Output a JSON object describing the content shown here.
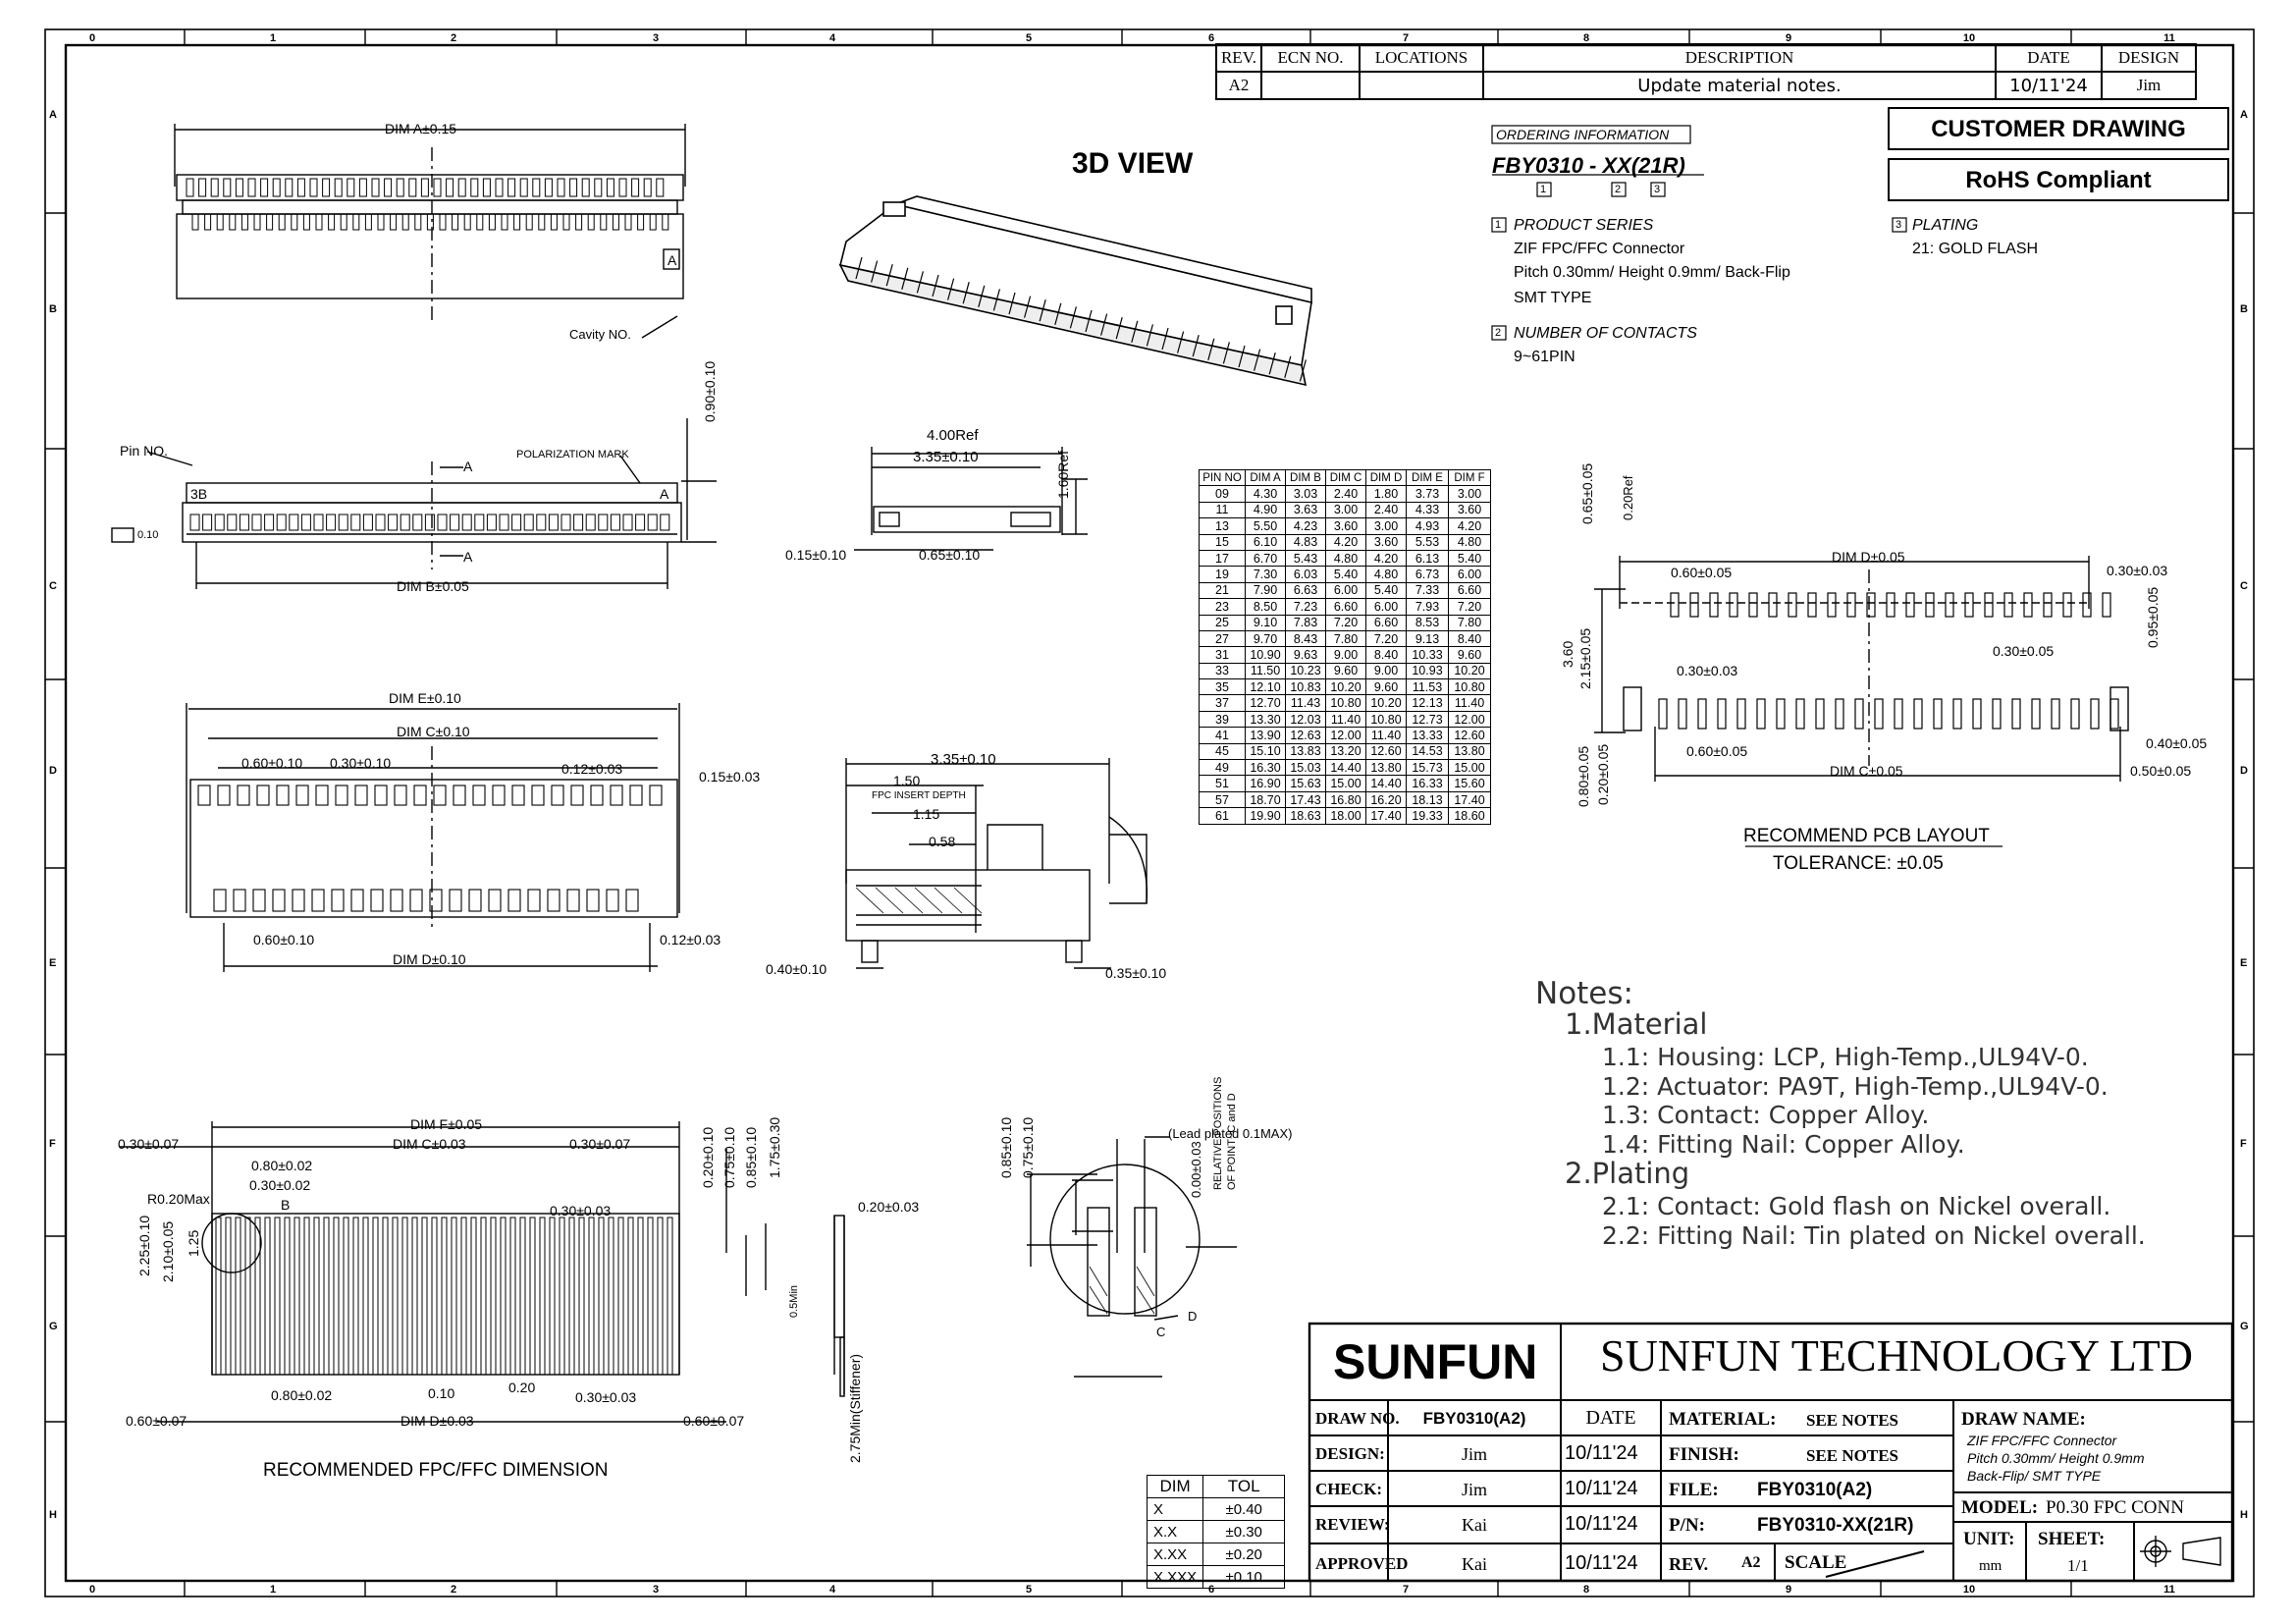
{
  "border": {
    "columns": [
      "0",
      "1",
      "2",
      "3",
      "4",
      "5",
      "6",
      "7",
      "8",
      "9",
      "10",
      "11"
    ],
    "rows": [
      "A",
      "B",
      "C",
      "D",
      "E",
      "F",
      "G",
      "H"
    ]
  },
  "revision_block": {
    "headers": [
      "REV.",
      "ECN NO.",
      "LOCATIONS",
      "DESCRIPTION",
      "DATE",
      "DESIGN"
    ],
    "row": [
      "A2",
      "",
      "",
      "Update material notes.",
      "10/11'24",
      "Jim"
    ]
  },
  "title_main": "3D VIEW",
  "badges": {
    "customer": "CUSTOMER DRAWING",
    "rohs": "RoHS Compliant"
  },
  "ordering": {
    "heading": "ORDERING INFORMATION",
    "part_number": "FBY0310 - XX(21R)",
    "markers": [
      "1",
      "2",
      "3"
    ],
    "product_series": {
      "num": "1",
      "title": "PRODUCT SERIES",
      "lines": [
        "ZIF FPC/FFC Connector",
        "Pitch 0.30mm/ Height 0.9mm/ Back-Flip",
        "SMT TYPE"
      ]
    },
    "contacts": {
      "num": "2",
      "title": "NUMBER OF CONTACTS",
      "lines": [
        "9~61PIN"
      ]
    },
    "plating": {
      "num": "3",
      "title": "PLATING",
      "lines": [
        "21: GOLD FLASH"
      ]
    }
  },
  "pin_table": {
    "headers": [
      "PIN NO",
      "DIM A",
      "DIM B",
      "DIM C",
      "DIM D",
      "DIM E",
      "DIM F"
    ],
    "rows": [
      [
        "09",
        "4.30",
        "3.03",
        "2.40",
        "1.80",
        "3.73",
        "3.00"
      ],
      [
        "11",
        "4.90",
        "3.63",
        "3.00",
        "2.40",
        "4.33",
        "3.60"
      ],
      [
        "13",
        "5.50",
        "4.23",
        "3.60",
        "3.00",
        "4.93",
        "4.20"
      ],
      [
        "15",
        "6.10",
        "4.83",
        "4.20",
        "3.60",
        "5.53",
        "4.80"
      ],
      [
        "17",
        "6.70",
        "5.43",
        "4.80",
        "4.20",
        "6.13",
        "5.40"
      ],
      [
        "19",
        "7.30",
        "6.03",
        "5.40",
        "4.80",
        "6.73",
        "6.00"
      ],
      [
        "21",
        "7.90",
        "6.63",
        "6.00",
        "5.40",
        "7.33",
        "6.60"
      ],
      [
        "23",
        "8.50",
        "7.23",
        "6.60",
        "6.00",
        "7.93",
        "7.20"
      ],
      [
        "25",
        "9.10",
        "7.83",
        "7.20",
        "6.60",
        "8.53",
        "7.80"
      ],
      [
        "27",
        "9.70",
        "8.43",
        "7.80",
        "7.20",
        "9.13",
        "8.40"
      ],
      [
        "31",
        "10.90",
        "9.63",
        "9.00",
        "8.40",
        "10.33",
        "9.60"
      ],
      [
        "33",
        "11.50",
        "10.23",
        "9.60",
        "9.00",
        "10.93",
        "10.20"
      ],
      [
        "35",
        "12.10",
        "10.83",
        "10.20",
        "9.60",
        "11.53",
        "10.80"
      ],
      [
        "37",
        "12.70",
        "11.43",
        "10.80",
        "10.20",
        "12.13",
        "11.40"
      ],
      [
        "39",
        "13.30",
        "12.03",
        "11.40",
        "10.80",
        "12.73",
        "12.00"
      ],
      [
        "41",
        "13.90",
        "12.63",
        "12.00",
        "11.40",
        "13.33",
        "12.60"
      ],
      [
        "45",
        "15.10",
        "13.83",
        "13.20",
        "12.60",
        "14.53",
        "13.80"
      ],
      [
        "49",
        "16.30",
        "15.03",
        "14.40",
        "13.80",
        "15.73",
        "15.00"
      ],
      [
        "51",
        "16.90",
        "15.63",
        "15.00",
        "14.40",
        "16.33",
        "15.60"
      ],
      [
        "57",
        "18.70",
        "17.43",
        "16.80",
        "16.20",
        "18.13",
        "17.40"
      ],
      [
        "61",
        "19.90",
        "18.63",
        "18.00",
        "17.40",
        "19.33",
        "18.60"
      ]
    ]
  },
  "dims": {
    "dim_a": "DIM A±0.15",
    "cavity": "Cavity NO.",
    "cavity_letter": "A",
    "pin_no": "Pin NO.",
    "polarization": "POLARIZATION MARK",
    "pin_3b": "3B",
    "pol_a": "A",
    "sec_a_top": "A",
    "sec_a_bot": "A",
    "h090": "0.90±0.10",
    "flat": "0.10",
    "dim_b": "DIM B±0.05",
    "ref400": "4.00Ref",
    "ref335": "3.35±0.10",
    "ref160": "1.60Ref",
    "s015": "0.15±0.10",
    "s065": "0.65±0.10",
    "dim_e": "DIM E±0.10",
    "dim_c": "DIM C±0.10",
    "p060": "0.60±0.10",
    "p030": "0.30±0.10",
    "p012": "0.12±0.03",
    "p015": "0.15±0.03",
    "b060": "0.60±0.10",
    "b012": "0.12±0.03",
    "dim_d": "DIM D±0.10",
    "cs335": "3.35±0.10",
    "cs150": "1.50",
    "cs_insert": "FPC INSERT DEPTH",
    "cs115": "1.15",
    "cs058": "0.58",
    "cs040": "0.40±0.10",
    "cs035": "0.35±0.10",
    "pcb_065": "0.65±0.05",
    "pcb_020": "0.20Ref",
    "pcb_060": "0.60±0.05",
    "pcb_dimd": "DIM D±0.05",
    "pcb_030a": "0.30±0.03",
    "pcb_095": "0.95±0.05",
    "pcb_030b": "0.30±0.05",
    "pcb_360": "3.60",
    "pcb_215": "2.15±0.05",
    "pcb_030c": "0.30±0.03",
    "pcb_040": "0.40±0.05",
    "pcb_060b": "0.60±0.05",
    "pcb_dimc": "DIM C±0.05",
    "pcb_050": "0.50±0.05",
    "pcb_080": "0.80±0.05",
    "pcb_020b": "0.20±0.05",
    "pcb_title": "RECOMMEND PCB LAYOUT",
    "pcb_tol": "TOLERANCE: ±0.05",
    "fpc_dimf": "DIM F±0.05",
    "fpc_030a": "0.30±0.07",
    "fpc_dimc": "DIM C±0.03",
    "fpc_030b": "0.30±0.07",
    "fpc_080": "0.80±0.02",
    "fpc_030c": "0.30±0.02",
    "fpc_r": "R0.20Max",
    "fpc_b": "B",
    "fpc_030d": "0.30±0.03",
    "fpc_225": "2.25±0.10",
    "fpc_210": "2.10±0.05",
    "fpc_125": "1.25",
    "fpc_020": "0.20±0.10",
    "fpc_075": "0.75±0.10",
    "fpc_085": "0.85±0.10",
    "fpc_175": "1.75±0.30",
    "fpc_020b": "0.20±0.03",
    "fpc_05": "0.5Min",
    "fpc_080b": "0.80±0.02",
    "fpc_010": "0.10",
    "fpc_020c": "0.20",
    "fpc_030e": "0.30±0.03",
    "fpc_060a": "0.60±0.07",
    "fpc_dimd": "DIM D±0.03",
    "fpc_060b": "0.60±0.07",
    "fpc_275": "2.75Min(Stiffener)",
    "fpc_title": "RECOMMENDED FPC/FFC DIMENSION",
    "det_085": "0.85±0.10",
    "det_075": "0.75±0.10",
    "det_lead": "(Lead plated 0.1MAX)",
    "det_000": "0.00±0.03",
    "det_rel": "RELATIVE POSITIONS",
    "det_rel2": "OF POINT~C and D",
    "det_c": "C",
    "det_d": "D"
  },
  "notes": {
    "title": "Notes:",
    "material": "1.Material",
    "m1": "1.1: Housing: LCP, High-Temp.,UL94V-0.",
    "m2": "1.2: Actuator: PA9T, High-Temp.,UL94V-0.",
    "m3": "1.3: Contact: Copper Alloy.",
    "m4": "1.4: Fitting Nail: Copper Alloy.",
    "plating": "2.Plating",
    "p1": "2.1: Contact: Gold flash on Nickel overall.",
    "p2": "2.2: Fitting Nail: Tin plated on Nickel overall."
  },
  "tolerance_table": {
    "headers": [
      "DIM",
      "TOL"
    ],
    "rows": [
      [
        "X",
        "±0.40"
      ],
      [
        "X.X",
        "±0.30"
      ],
      [
        "X.XX",
        "±0.20"
      ],
      [
        "X.XXX",
        "±0.10"
      ]
    ]
  },
  "title_block": {
    "logo": "SUNFUN",
    "company": "SUNFUN TECHNOLOGY LTD",
    "draw_no_label": "DRAW NO.",
    "draw_no": "FBY0310(A2)",
    "date_label": "DATE",
    "design_label": "DESIGN:",
    "design": "Jim",
    "design_date": "10/11'24",
    "check_label": "CHECK:",
    "check": "Jim",
    "check_date": "10/11'24",
    "review_label": "REVIEW:",
    "review": "Kai",
    "review_date": "10/11'24",
    "approved_label": "APPROVED",
    "approved": "Kai",
    "approved_date": "10/11'24",
    "material_label": "MATERIAL:",
    "material": "SEE NOTES",
    "finish_label": "FINISH:",
    "finish": "SEE NOTES",
    "file_label": "FILE:",
    "file": "FBY0310(A2)",
    "pn_label": "P/N:",
    "pn": "FBY0310-XX(21R)",
    "rev_label": "REV.",
    "rev": "A2",
    "scale_label": "SCALE",
    "draw_name_label": "DRAW NAME:",
    "draw_name_lines": [
      "ZIF FPC/FFC Connector",
      "Pitch 0.30mm/ Height 0.9mm",
      "Back-Flip/ SMT TYPE"
    ],
    "model_label": "MODEL:",
    "model": "P0.30 FPC CONN",
    "unit_label": "UNIT:",
    "unit": "mm",
    "sheet_label": "SHEET:",
    "sheet": "1/1"
  }
}
